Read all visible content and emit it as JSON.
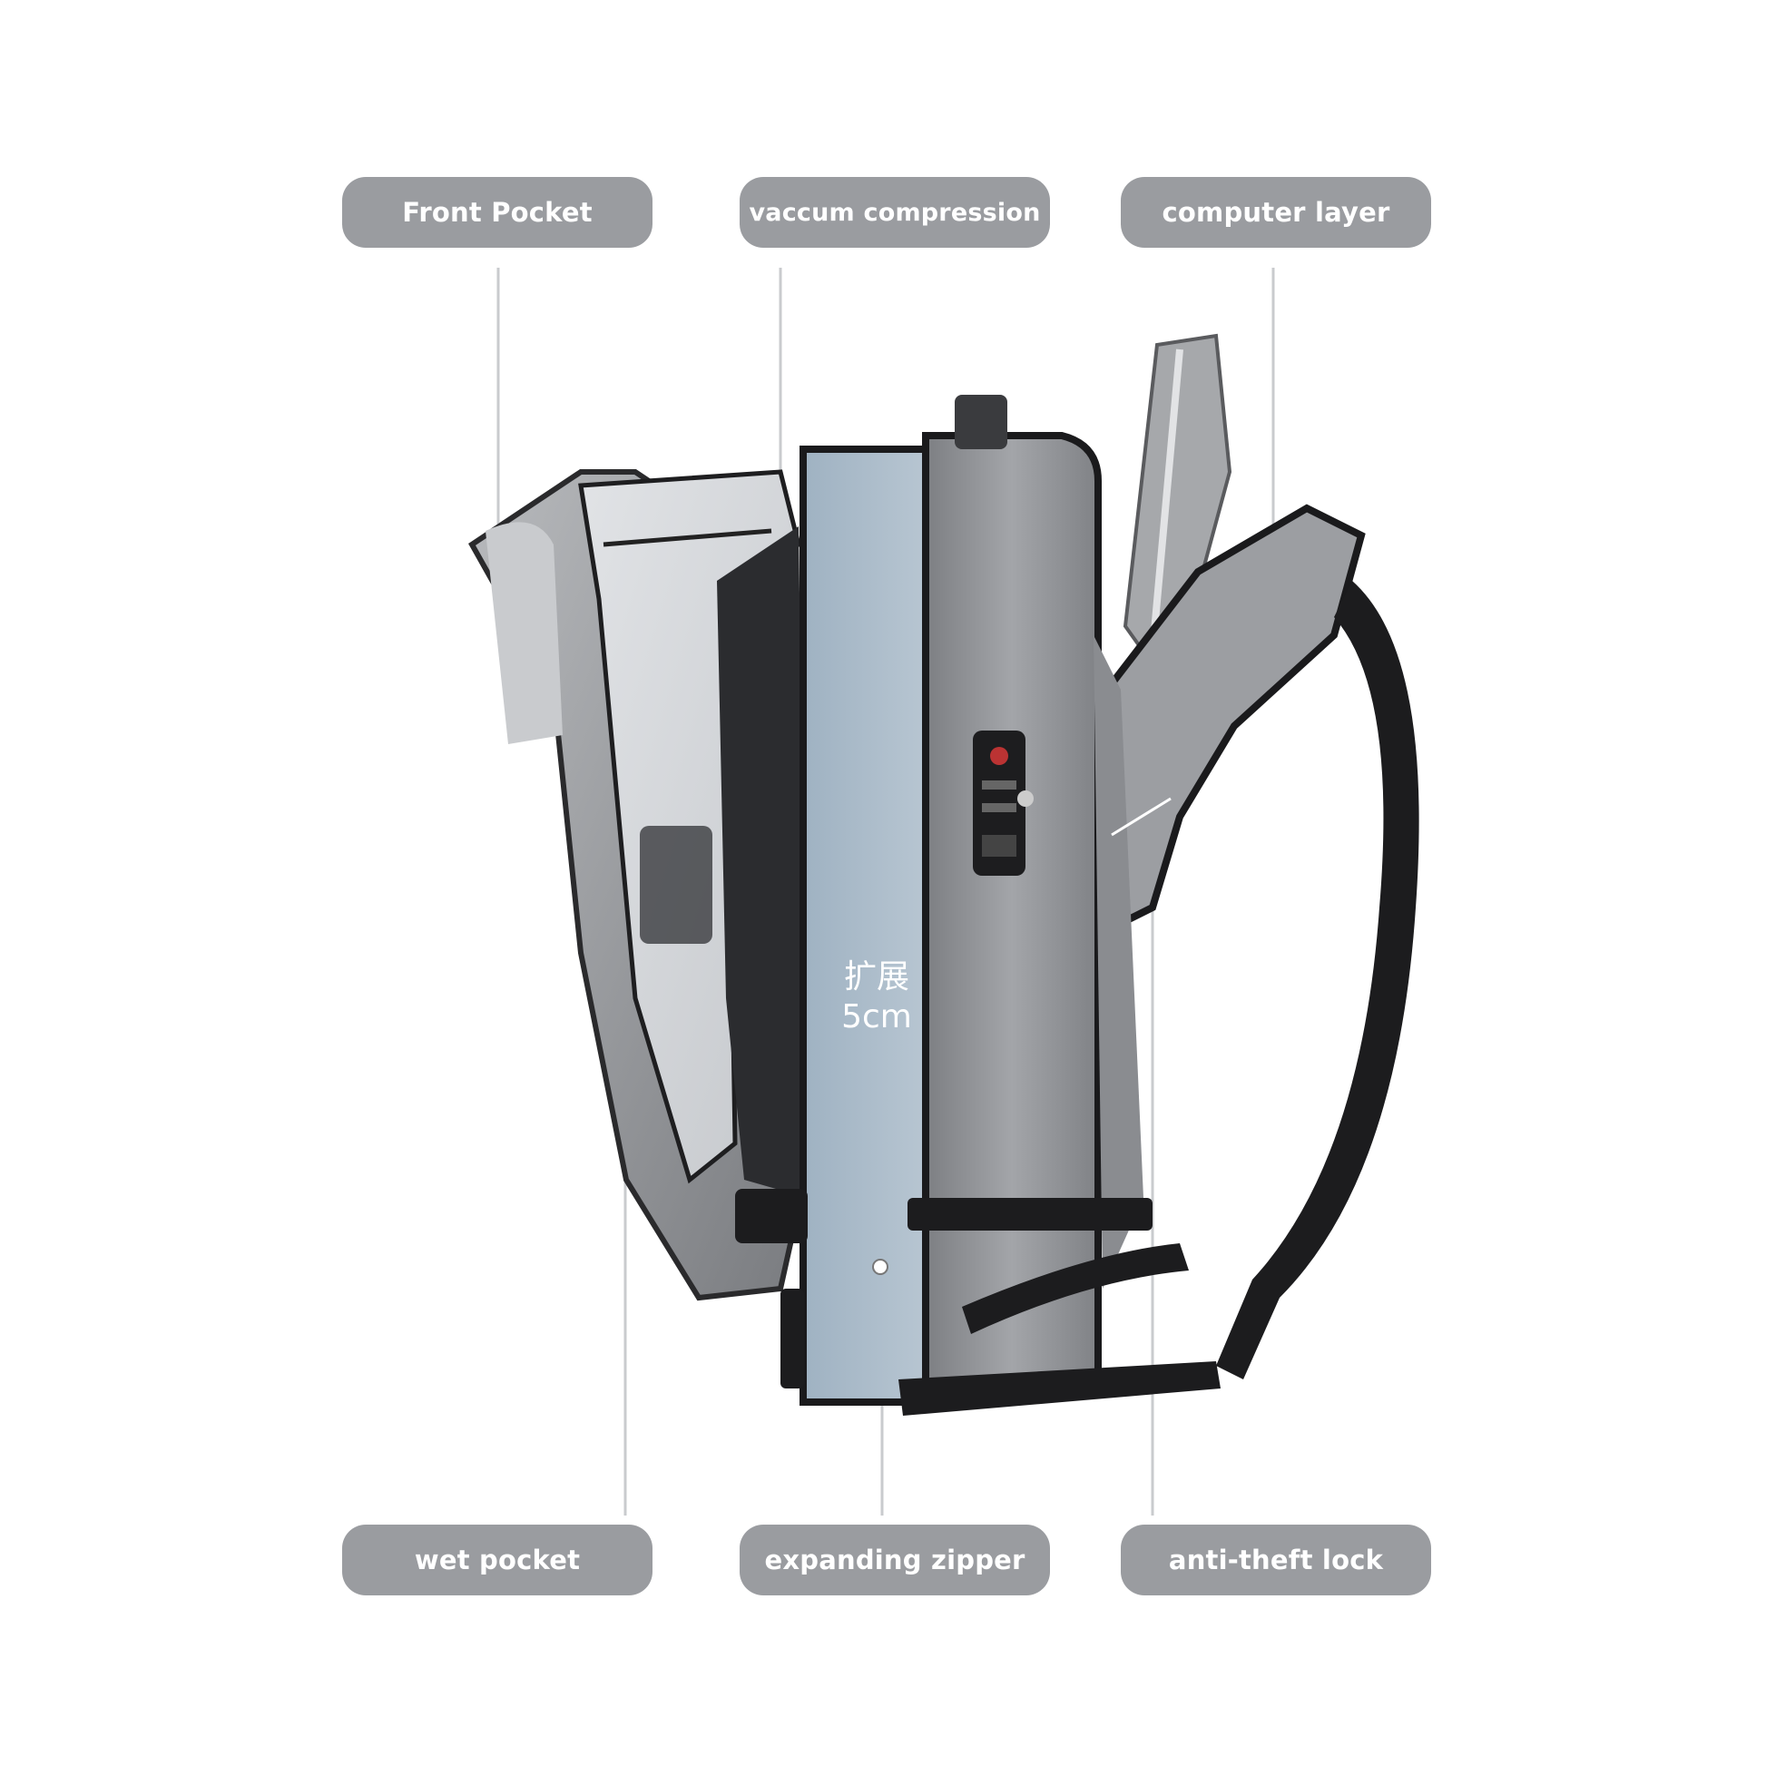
{
  "labels": {
    "front_pocket": "Front Pocket",
    "vaccum_compression": "vaccum compression",
    "computer_layer": "computer layer",
    "wet_pocket": "wet pocket",
    "expanding_zipper": "expanding zipper",
    "anti_theft_lock": "anti-theft lock"
  },
  "expansion_badge": {
    "line1": "扩展",
    "line2": "5cm"
  },
  "colors": {
    "label_bg": "#9a9ca0",
    "label_text": "#ffffff",
    "bag_gray": "#8f9195",
    "strap_black": "#1c1c1e"
  }
}
